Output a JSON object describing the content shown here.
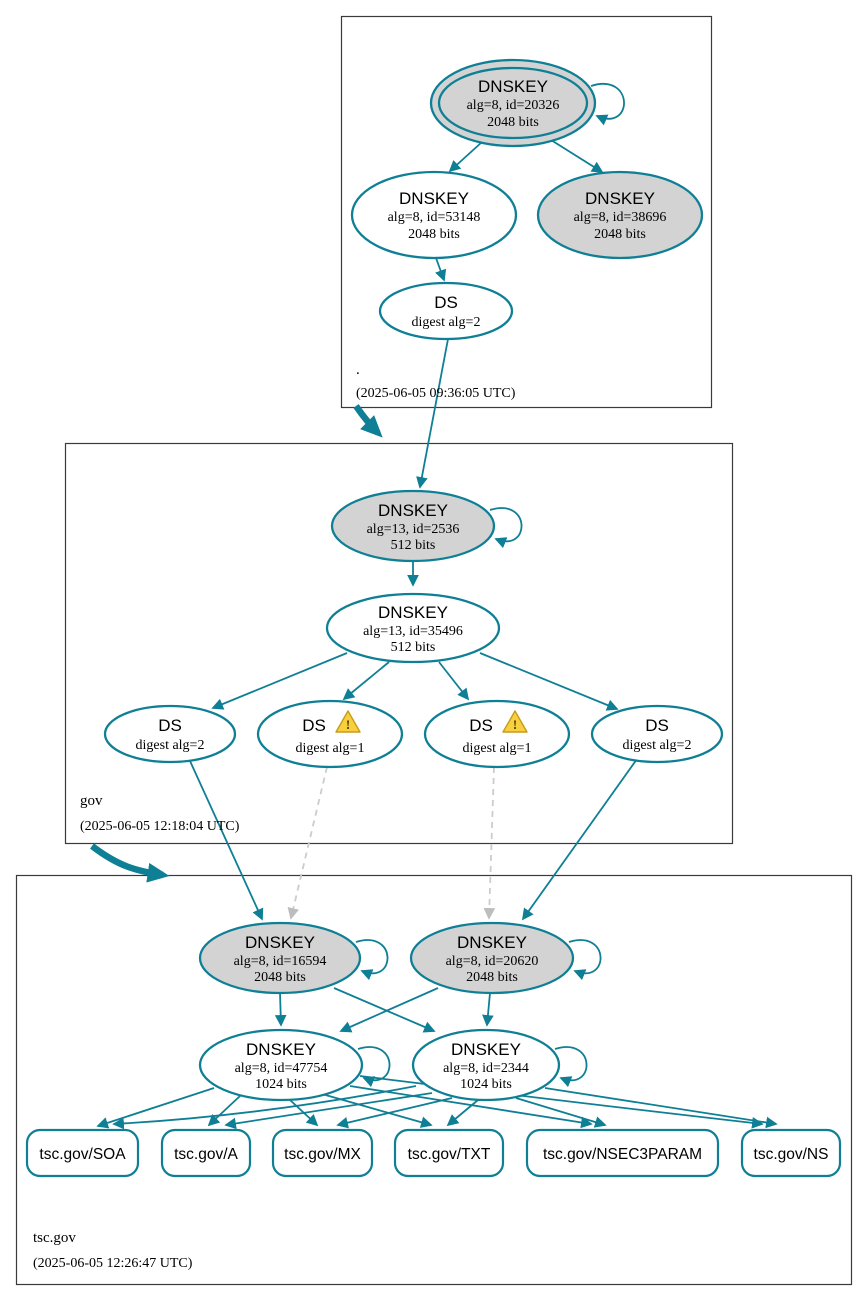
{
  "colors": {
    "edge": "#0f7f95",
    "node_fill": "#ffffff",
    "sep_fill": "#d3d3d3",
    "box_border": "#3a3a3a",
    "insecure_edge": "#cccccc",
    "insecure_arrow": "#bdbdbd",
    "warning_fill": "#f8cf3e",
    "warning_border": "#c89b18",
    "warning_glyph_color": "#4a3a00",
    "text": "#000000"
  },
  "zones": {
    "root": {
      "label": ".",
      "timestamp": "(2025-06-05 09:36:05 UTC)",
      "nodes": {
        "ksk": {
          "title": "DNSKEY",
          "detail": "alg=8, id=20326",
          "bits": "2048 bits"
        },
        "zsk": {
          "title": "DNSKEY",
          "detail": "alg=8, id=53148",
          "bits": "2048 bits"
        },
        "key2": {
          "title": "DNSKEY",
          "detail": "alg=8, id=38696",
          "bits": "2048 bits"
        },
        "ds": {
          "title": "DS",
          "detail": "digest alg=2"
        }
      }
    },
    "gov": {
      "label": "gov",
      "timestamp": "(2025-06-05 12:18:04 UTC)",
      "nodes": {
        "ksk": {
          "title": "DNSKEY",
          "detail": "alg=13, id=2536",
          "bits": "512 bits"
        },
        "zsk": {
          "title": "DNSKEY",
          "detail": "alg=13, id=35496",
          "bits": "512 bits"
        },
        "ds1": {
          "title": "DS",
          "detail": "digest alg=2"
        },
        "ds2": {
          "title": "DS",
          "detail": "digest alg=1",
          "warning": "!"
        },
        "ds3": {
          "title": "DS",
          "detail": "digest alg=1",
          "warning": "!"
        },
        "ds4": {
          "title": "DS",
          "detail": "digest alg=2"
        }
      }
    },
    "tscgov": {
      "label": "tsc.gov",
      "timestamp": "(2025-06-05 12:26:47 UTC)",
      "nodes": {
        "ksk1": {
          "title": "DNSKEY",
          "detail": "alg=8, id=16594",
          "bits": "2048 bits"
        },
        "ksk2": {
          "title": "DNSKEY",
          "detail": "alg=8, id=20620",
          "bits": "2048 bits"
        },
        "zsk1": {
          "title": "DNSKEY",
          "detail": "alg=8, id=47754",
          "bits": "1024 bits"
        },
        "zsk2": {
          "title": "DNSKEY",
          "detail": "alg=8, id=2344",
          "bits": "1024 bits"
        }
      },
      "records": [
        "tsc.gov/SOA",
        "tsc.gov/A",
        "tsc.gov/MX",
        "tsc.gov/TXT",
        "tsc.gov/NSEC3PARAM",
        "tsc.gov/NS"
      ]
    }
  }
}
